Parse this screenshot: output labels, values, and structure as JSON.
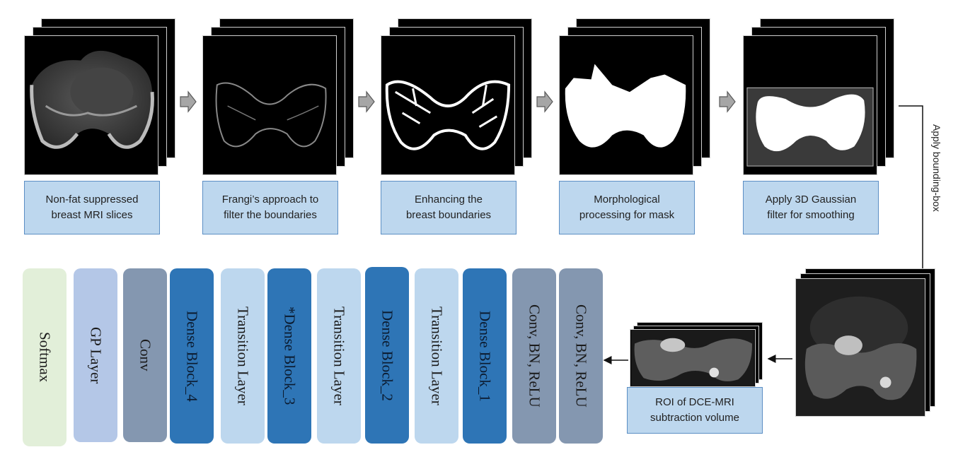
{
  "pipeline": {
    "steps": [
      {
        "line1": "Non-fat suppressed",
        "line2": "breast MRI slices"
      },
      {
        "line1": "Frangi’s approach to",
        "line2": "filter the boundaries"
      },
      {
        "line1": "Enhancing the",
        "line2": "breast boundaries"
      },
      {
        "line1": "Morphological",
        "line2": "processing for mask"
      },
      {
        "line1": "Apply 3D Gaussian",
        "line2": "filter for smoothing"
      }
    ],
    "bbox_label": "Apply bounding-box",
    "roi_caption": {
      "line1": "ROI of DCE-MRI",
      "line2": "subtraction volume"
    }
  },
  "network": {
    "blocks": [
      {
        "label": "Softmax",
        "kind": "softmax"
      },
      {
        "label": "GP Layer",
        "kind": "gp"
      },
      {
        "label": "Conv",
        "kind": "conv"
      },
      {
        "label": "Dense Block_4",
        "kind": "dense"
      },
      {
        "label": "Transition Layer",
        "kind": "transition"
      },
      {
        "label": "*Dense Block_3",
        "kind": "dense"
      },
      {
        "label": "Transition Layer",
        "kind": "transition"
      },
      {
        "label": "Dense Block_2",
        "kind": "dense"
      },
      {
        "label": "Transition Layer",
        "kind": "transition"
      },
      {
        "label": "Dense Block_1",
        "kind": "dense"
      },
      {
        "label": "Conv, BN, ReLU",
        "kind": "convbn"
      },
      {
        "label": "Conv, BN, ReLU",
        "kind": "convbn"
      }
    ]
  },
  "colors": {
    "caption_fill": "#bdd7ee",
    "caption_border": "#5b8ec4",
    "softmax": "#e2efd9",
    "gp": "#b4c7e7",
    "conv": "#8497b0",
    "dense": "#2e75b6",
    "transition": "#bdd7ee"
  }
}
